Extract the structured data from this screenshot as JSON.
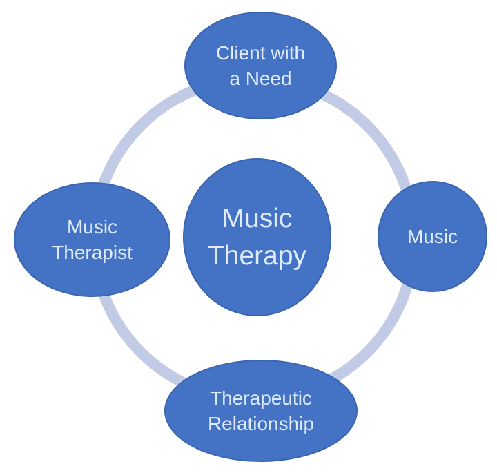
{
  "diagram": {
    "type": "cycle-diagram",
    "center_node": {
      "label": "Music Therapy",
      "lines": [
        "Music",
        "Therapy"
      ]
    },
    "satellites": {
      "top": {
        "label": "Client with a Need",
        "lines": [
          "Client with",
          "a Need"
        ]
      },
      "right": {
        "label": "Music",
        "lines": [
          "Music"
        ]
      },
      "bottom": {
        "label": "Therapeutic Relationship",
        "lines": [
          "Therapeutic",
          "Relationship"
        ]
      },
      "left": {
        "label": "Music Therapist",
        "lines": [
          "Music",
          "Therapist"
        ]
      }
    },
    "colors": {
      "node_fill": "#4472C4",
      "node_border": "#3A65AF",
      "ring": "#C2CBE5",
      "text": "#DFEBFA",
      "background": "#FFFFFF"
    }
  }
}
